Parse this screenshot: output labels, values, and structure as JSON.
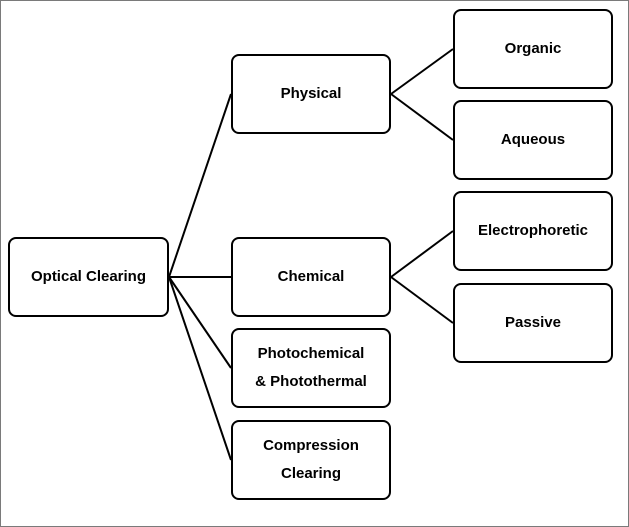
{
  "diagram": {
    "nodes": {
      "root": "Optical Clearing",
      "physical": "Physical",
      "chemical": "Chemical",
      "photo": "Photochemical\n& Photothermal",
      "compression": "Compression\nClearing",
      "organic": "Organic",
      "aqueous": "Aqueous",
      "electrophoretic": "Electrophoretic",
      "passive": "Passive"
    },
    "edges": [
      [
        "root",
        "physical"
      ],
      [
        "root",
        "chemical"
      ],
      [
        "root",
        "photo"
      ],
      [
        "root",
        "compression"
      ],
      [
        "physical",
        "organic"
      ],
      [
        "physical",
        "aqueous"
      ],
      [
        "chemical",
        "electrophoretic"
      ],
      [
        "chemical",
        "passive"
      ]
    ]
  }
}
